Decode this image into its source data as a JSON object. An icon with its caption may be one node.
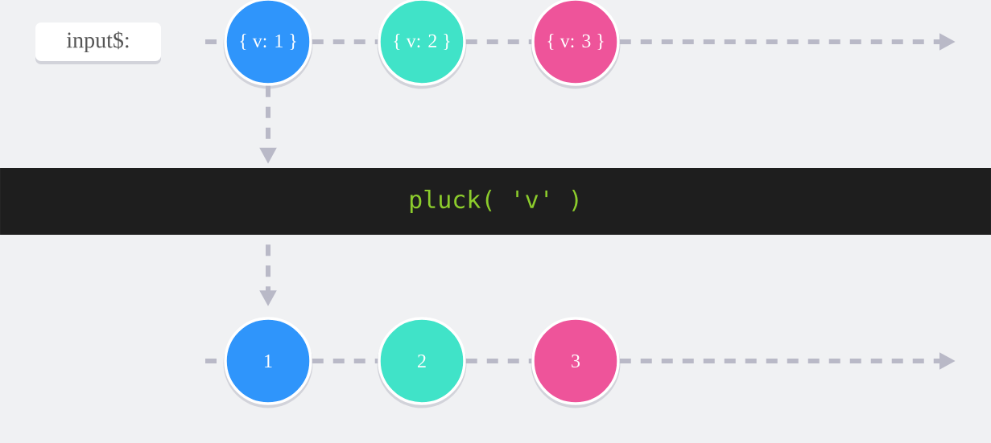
{
  "diagram": {
    "nodes": [
      {
        "text": [
          "input$:"
        ]
      },
      {
        "text": [
          "{ v: 1 }"
        ]
      },
      {
        "text": [
          "{ v: 2 }"
        ]
      },
      {
        "text": [
          "{ v: 3 }"
        ]
      },
      {
        "text": [
          "pluck( 'v' )"
        ]
      },
      {
        "text": [
          "1"
        ]
      },
      {
        "text": [
          "2"
        ]
      },
      {
        "text": [
          "3"
        ]
      }
    ],
    "edges": [
      {
        "from": null,
        "to": 1,
        "arrow": "none",
        "style": "dashed"
      },
      {
        "from": 1,
        "to": 2,
        "arrow": "none",
        "style": "dashed"
      },
      {
        "from": 2,
        "to": 3,
        "arrow": "none",
        "style": "dashed"
      },
      {
        "from": 3,
        "to": null,
        "arrow": "to",
        "style": "dashed"
      },
      {
        "from": 1,
        "to": 4,
        "arrow": "to",
        "style": "dashed"
      },
      {
        "from": 4,
        "to": 5,
        "arrow": "to",
        "style": "dashed"
      },
      {
        "from": null,
        "to": 5,
        "arrow": "none",
        "style": "dashed"
      },
      {
        "from": 5,
        "to": 6,
        "arrow": "none",
        "style": "dashed"
      },
      {
        "from": 6,
        "to": 7,
        "arrow": "none",
        "style": "dashed"
      },
      {
        "from": 7,
        "to": null,
        "arrow": "to",
        "style": "dashed"
      }
    ]
  }
}
